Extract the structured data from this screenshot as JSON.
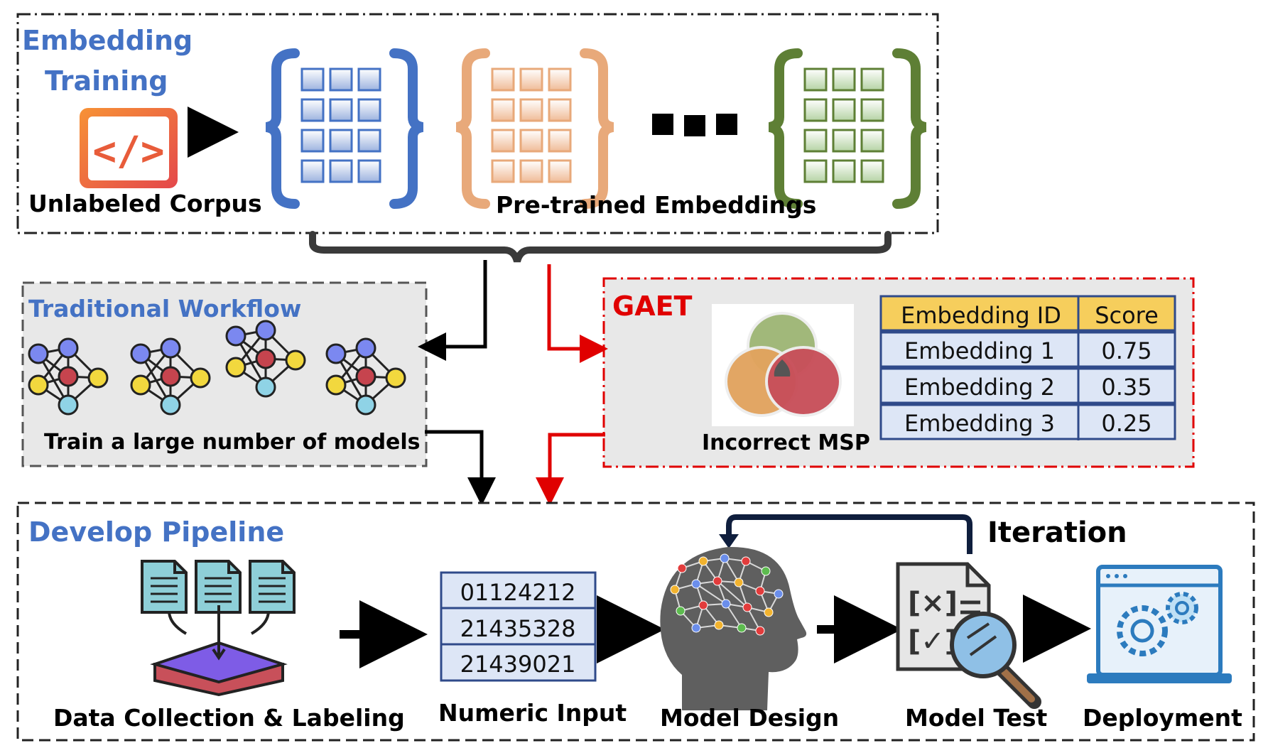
{
  "embedding_training": {
    "title_line1": "Embedding",
    "title_line2": "Training",
    "corpus_label": "Unlabeled Corpus",
    "embeddings_label": "Pre-trained Embeddings",
    "corpus_icon": "code-file-icon",
    "colors": {
      "blue": "#4472C4",
      "orange": "#E8A97A",
      "green": "#5E7F35"
    }
  },
  "traditional": {
    "title": "Traditional Workflow",
    "caption": "Train a large number of models",
    "icon": "neural-network-icon"
  },
  "gaet": {
    "title": "GAET",
    "venn_label": "Incorrect MSP",
    "table": {
      "headers": [
        "Embedding ID",
        "Score"
      ],
      "rows": [
        [
          "Embedding 1",
          "0.75"
        ],
        [
          "Embedding 2",
          "0.35"
        ],
        [
          "Embedding 3",
          "0.25"
        ]
      ]
    },
    "colors": {
      "accent": "#E00000",
      "header_bg": "#F6CE5C",
      "row_bg": "#DDE6F6"
    }
  },
  "pipeline": {
    "title": "Develop Pipeline",
    "iteration_label": "Iteration",
    "steps": {
      "data": "Data Collection & Labeling",
      "numeric": "Numeric Input",
      "design": "Model Design",
      "test": "Model Test",
      "deploy": "Deployment"
    },
    "numeric_values": [
      "01124212",
      "21435328",
      "21439021"
    ]
  }
}
